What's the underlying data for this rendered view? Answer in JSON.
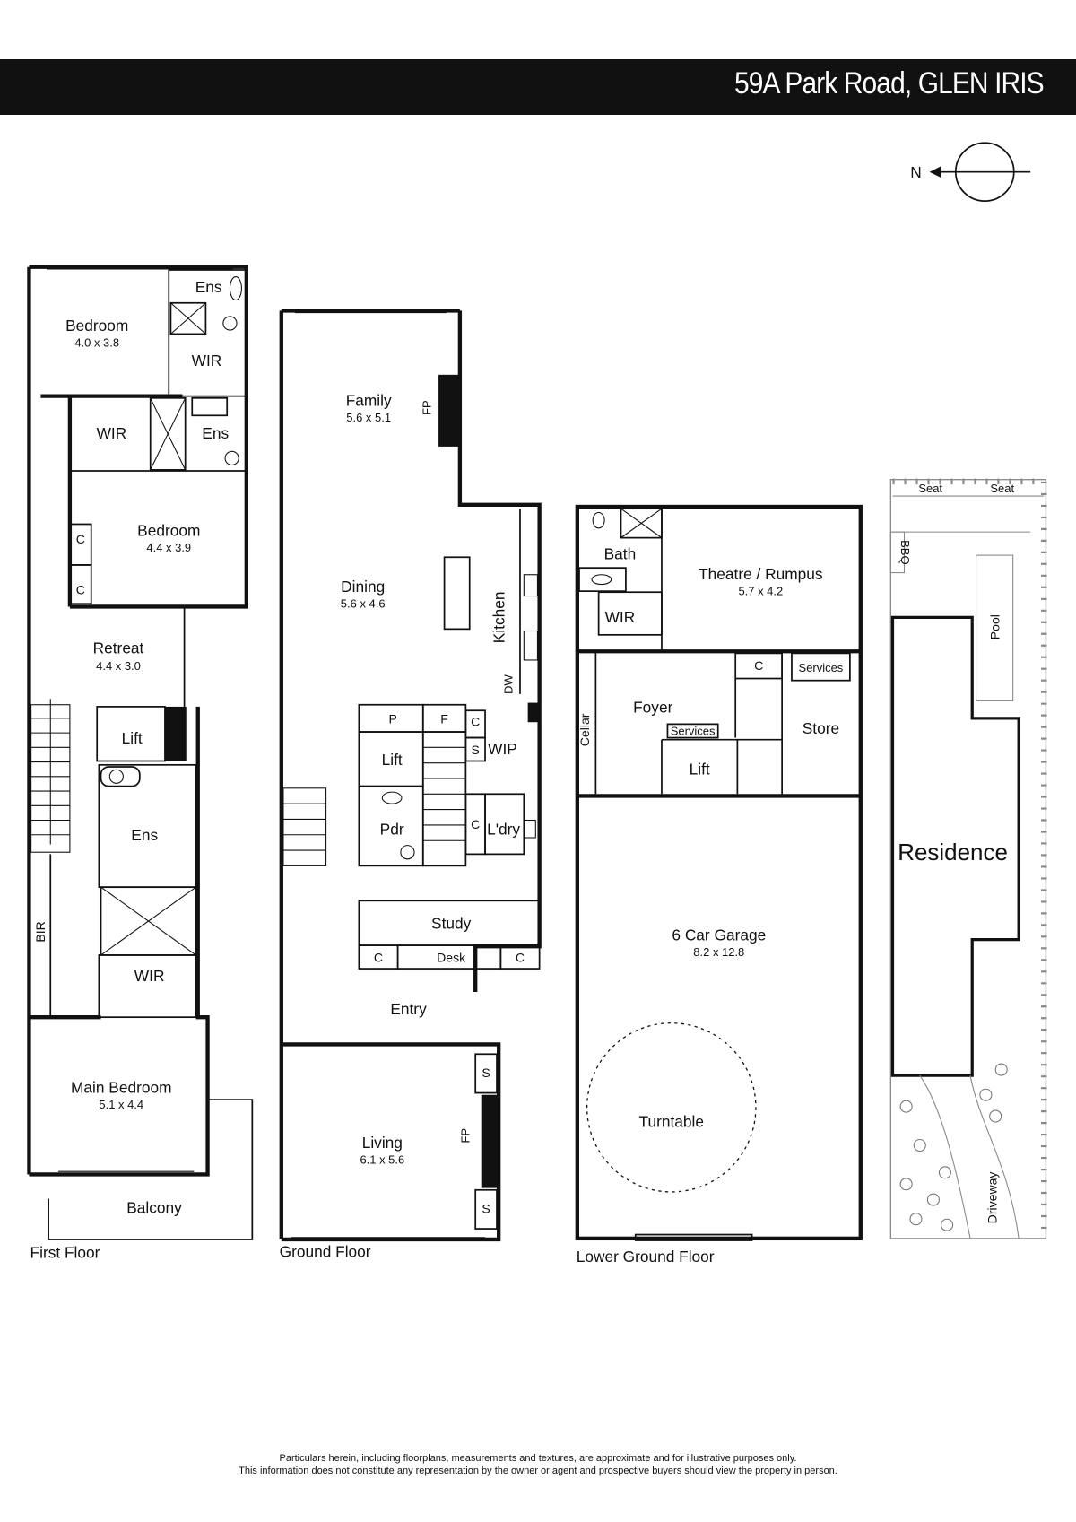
{
  "header": {
    "address": "59A Park Road, GLEN IRIS"
  },
  "compass": {
    "north_label": "N"
  },
  "first_floor": {
    "caption": "First Floor",
    "rooms": {
      "bedroom1": "Bedroom",
      "bedroom1_dim": "4.0 x 3.8",
      "ens1": "Ens",
      "wir1": "WIR",
      "wir2": "WIR",
      "ens2": "Ens",
      "bedroom2": "Bedroom",
      "bedroom2_dim": "4.4 x 3.9",
      "c1": "C",
      "c2": "C",
      "retreat": "Retreat",
      "retreat_dim": "4.4 x 3.0",
      "lift": "Lift",
      "ens3": "Ens",
      "bir": "BIR",
      "wir3": "WIR",
      "main_bedroom": "Main Bedroom",
      "main_bedroom_dim": "5.1 x 4.4",
      "balcony": "Balcony"
    }
  },
  "ground_floor": {
    "caption": "Ground Floor",
    "rooms": {
      "family": "Family",
      "family_dim": "5.6 x 5.1",
      "fp1": "FP",
      "dining": "Dining",
      "dining_dim": "5.6 x 4.6",
      "kitchen": "Kitchen",
      "dw": "DW",
      "p": "P",
      "f": "F",
      "c1": "C",
      "s1": "S",
      "wip": "WIP",
      "lift": "Lift",
      "pdr": "Pdr",
      "c2": "C",
      "laundry": "L'dry",
      "study": "Study",
      "c3": "C",
      "desk": "Desk",
      "c4": "C",
      "entry": "Entry",
      "living": "Living",
      "living_dim": "6.1 x 5.6",
      "fp2": "FP",
      "s2": "S",
      "s3": "S"
    }
  },
  "lower_ground_floor": {
    "caption": "Lower Ground Floor",
    "rooms": {
      "bath": "Bath",
      "wir": "WIR",
      "theatre": "Theatre / Rumpus",
      "theatre_dim": "5.7 x 4.2",
      "c": "C",
      "services1": "Services",
      "foyer": "Foyer",
      "services2": "Services",
      "cellar": "Cellar",
      "lift": "Lift",
      "store": "Store",
      "garage": "6 Car Garage",
      "garage_dim": "8.2 x 12.8",
      "turntable": "Turntable"
    }
  },
  "site_plan": {
    "seat1": "Seat",
    "seat2": "Seat",
    "bbq": "BBQ",
    "pool": "Pool",
    "residence": "Residence",
    "driveway": "Driveway"
  },
  "disclaimer": {
    "line1": "Particulars herein, including floorplans, measurements and textures, are approximate and for illustrative purposes only.",
    "line2": "This information does not constitute any representation by the owner or agent and prospective buyers should view the property in person."
  }
}
